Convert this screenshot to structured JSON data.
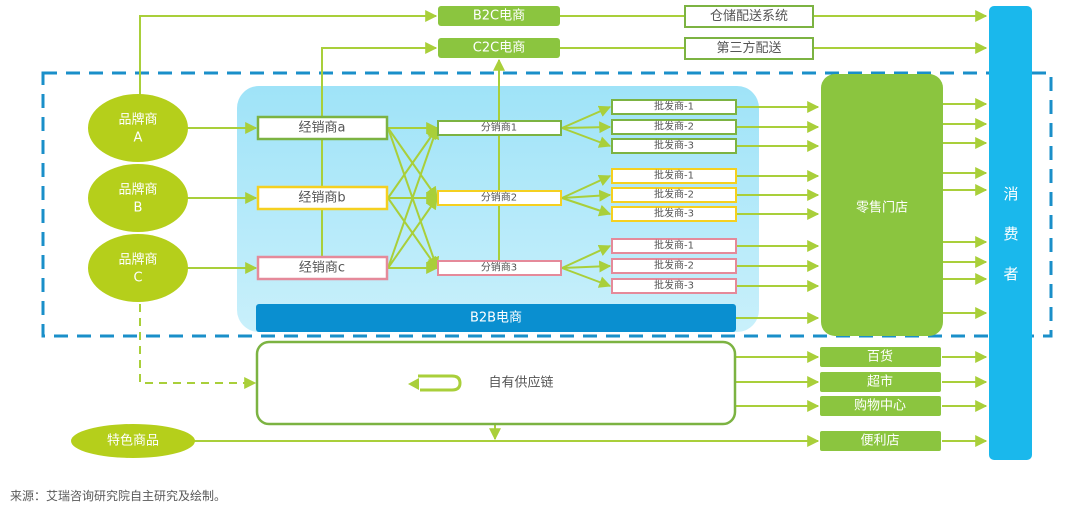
{
  "colors": {
    "line": "#a9cf3a",
    "brand_fill": "#b5cf1b",
    "green_box": "#8bc53f",
    "green_border": "#7cb342",
    "yellow_border": "#f5d020",
    "pink_border": "#e58a9a",
    "b2b_bar": "#0a8fd0",
    "consumer_bar": "#1ab8ec",
    "dashed_frame": "#1a8fc9",
    "light_panel": "#a8e6fa"
  },
  "top_channels": [
    {
      "label": "B2C电商",
      "logistics": "仓储配送系统"
    },
    {
      "label": "C2C电商",
      "logistics": "第三方配送"
    }
  ],
  "brands": [
    {
      "line1": "品牌商",
      "line2": "A"
    },
    {
      "line1": "品牌商",
      "line2": "B"
    },
    {
      "line1": "品牌商",
      "line2": "C"
    }
  ],
  "dealers": [
    {
      "label": "经销商a",
      "tone": "green"
    },
    {
      "label": "经销商b",
      "tone": "yellow"
    },
    {
      "label": "经销商c",
      "tone": "pink"
    }
  ],
  "distributors": [
    {
      "label": "分销商1",
      "tone": "green"
    },
    {
      "label": "分销商2",
      "tone": "yellow"
    },
    {
      "label": "分销商3",
      "tone": "pink"
    }
  ],
  "wholesalers": [
    {
      "label": "批发商-1",
      "tone": "green"
    },
    {
      "label": "批发商-2",
      "tone": "green"
    },
    {
      "label": "批发商-3",
      "tone": "green"
    },
    {
      "label": "批发商-1",
      "tone": "yellow"
    },
    {
      "label": "批发商-2",
      "tone": "yellow"
    },
    {
      "label": "批发商-3",
      "tone": "yellow"
    },
    {
      "label": "批发商-1",
      "tone": "pink"
    },
    {
      "label": "批发商-2",
      "tone": "pink"
    },
    {
      "label": "批发商-3",
      "tone": "pink"
    }
  ],
  "b2b_label": "B2B电商",
  "retail_store": "零售门店",
  "consumer": [
    "消",
    "费",
    "者"
  ],
  "own_supply_chain": "自有供应链",
  "specialty_goods": "特色商品",
  "retail_formats": [
    "百货",
    "超市",
    "购物中心",
    "便利店"
  ],
  "source_note": "来源：艾瑞咨询研究院自主研究及绘制。"
}
